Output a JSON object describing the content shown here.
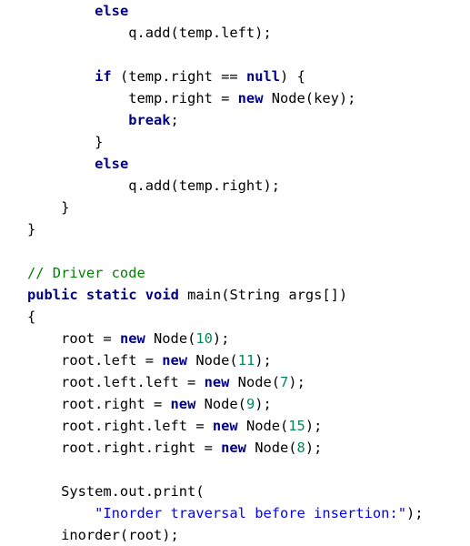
{
  "code_lines": [
    [
      {
        "t": "        "
      },
      {
        "t": "else",
        "c": "kw"
      }
    ],
    [
      {
        "t": "            q.add(temp.left);"
      }
    ],
    [
      {
        "t": ""
      }
    ],
    [
      {
        "t": "        "
      },
      {
        "t": "if",
        "c": "kw"
      },
      {
        "t": " (temp.right == "
      },
      {
        "t": "null",
        "c": "kw"
      },
      {
        "t": ") {"
      }
    ],
    [
      {
        "t": "            temp.right = "
      },
      {
        "t": "new",
        "c": "kw"
      },
      {
        "t": " Node(key);"
      }
    ],
    [
      {
        "t": "            "
      },
      {
        "t": "break",
        "c": "kw"
      },
      {
        "t": ";"
      }
    ],
    [
      {
        "t": "        }"
      }
    ],
    [
      {
        "t": "        "
      },
      {
        "t": "else",
        "c": "kw"
      }
    ],
    [
      {
        "t": "            q.add(temp.right);"
      }
    ],
    [
      {
        "t": "    }"
      }
    ],
    [
      {
        "t": "}"
      }
    ],
    [
      {
        "t": ""
      }
    ],
    [
      {
        "t": "// Driver code",
        "c": "cm"
      }
    ],
    [
      {
        "t": "public",
        "c": "kw"
      },
      {
        "t": " "
      },
      {
        "t": "static",
        "c": "kw"
      },
      {
        "t": " "
      },
      {
        "t": "void",
        "c": "kw"
      },
      {
        "t": " main(String args[])"
      }
    ],
    [
      {
        "t": "{"
      }
    ],
    [
      {
        "t": "    root = "
      },
      {
        "t": "new",
        "c": "kw"
      },
      {
        "t": " Node("
      },
      {
        "t": "10",
        "c": "num"
      },
      {
        "t": ");"
      }
    ],
    [
      {
        "t": "    root.left = "
      },
      {
        "t": "new",
        "c": "kw"
      },
      {
        "t": " Node("
      },
      {
        "t": "11",
        "c": "num"
      },
      {
        "t": ");"
      }
    ],
    [
      {
        "t": "    root.left.left = "
      },
      {
        "t": "new",
        "c": "kw"
      },
      {
        "t": " Node("
      },
      {
        "t": "7",
        "c": "num"
      },
      {
        "t": ");"
      }
    ],
    [
      {
        "t": "    root.right = "
      },
      {
        "t": "new",
        "c": "kw"
      },
      {
        "t": " Node("
      },
      {
        "t": "9",
        "c": "num"
      },
      {
        "t": ");"
      }
    ],
    [
      {
        "t": "    root.right.left = "
      },
      {
        "t": "new",
        "c": "kw"
      },
      {
        "t": " Node("
      },
      {
        "t": "15",
        "c": "num"
      },
      {
        "t": ");"
      }
    ],
    [
      {
        "t": "    root.right.right = "
      },
      {
        "t": "new",
        "c": "kw"
      },
      {
        "t": " Node("
      },
      {
        "t": "8",
        "c": "num"
      },
      {
        "t": ");"
      }
    ],
    [
      {
        "t": ""
      }
    ],
    [
      {
        "t": "    System.out.print("
      }
    ],
    [
      {
        "t": "        "
      },
      {
        "t": "\"Inorder traversal before insertion:\"",
        "c": "str"
      },
      {
        "t": ");"
      }
    ],
    [
      {
        "t": "    inorder(root);"
      }
    ]
  ],
  "colors": {
    "keyword": "#00008b",
    "number": "#098658",
    "string": "#0000ff",
    "comment": "#008000",
    "text": "#000000",
    "background": "#ffffff"
  }
}
